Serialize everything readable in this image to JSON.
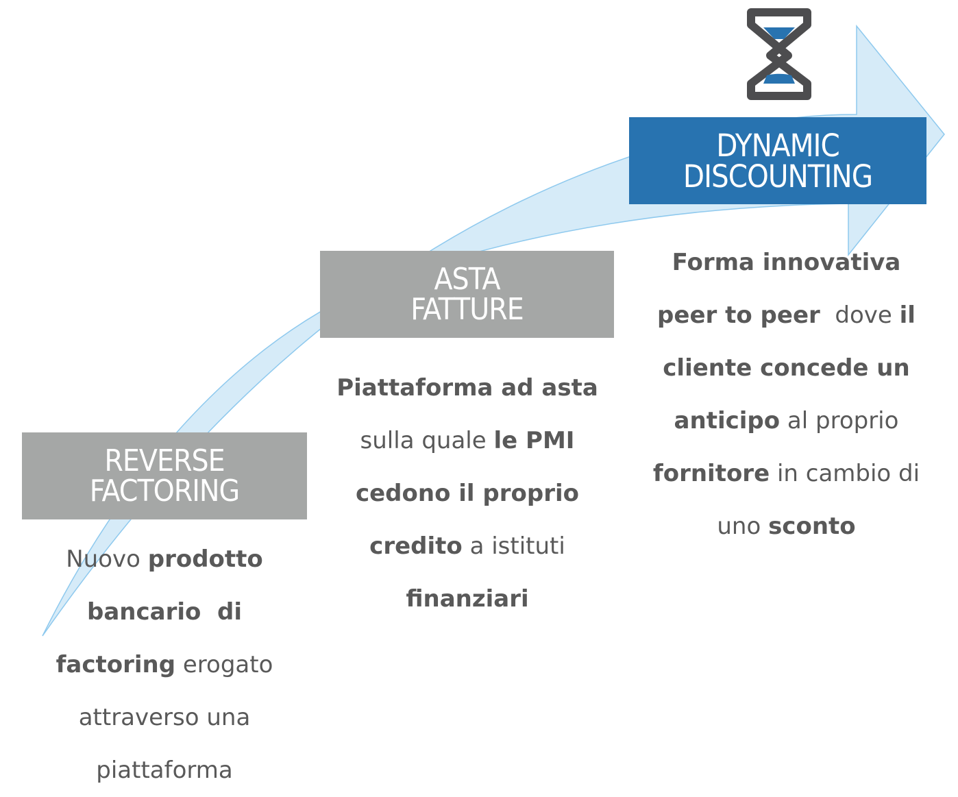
{
  "arrow": {
    "fill": "#d6ebf8",
    "stroke": "#8ec9ee"
  },
  "hourglass": {
    "icon": "hourglass-icon",
    "frame_color": "#4d4d4f",
    "sand_color": "#2873b0"
  },
  "steps": [
    {
      "id": "reverse-factoring",
      "title_lines": [
        "REVERSE",
        "FACTORING"
      ],
      "box_color": "#a5a7a6",
      "description_lines": [
        [
          {
            "t": "Nuovo ",
            "b": false
          },
          {
            "t": "prodotto",
            "b": true
          }
        ],
        [
          {
            "t": "bancario  di",
            "b": true
          }
        ],
        [
          {
            "t": "factoring",
            "b": true
          },
          {
            "t": " erogato",
            "b": false
          }
        ],
        [
          {
            "t": "attraverso una",
            "b": false
          }
        ],
        [
          {
            "t": "piattaforma",
            "b": false
          }
        ]
      ]
    },
    {
      "id": "asta-fatture",
      "title_lines": [
        "ASTA",
        "FATTURE"
      ],
      "box_color": "#a5a7a6",
      "description_lines": [
        [
          {
            "t": "Piattaforma ad asta",
            "b": true
          }
        ],
        [
          {
            "t": "sulla quale ",
            "b": false
          },
          {
            "t": "le PMI",
            "b": true
          }
        ],
        [
          {
            "t": "cedono il proprio",
            "b": true
          }
        ],
        [
          {
            "t": "credito",
            "b": true
          },
          {
            "t": " a istituti",
            "b": false
          }
        ],
        [
          {
            "t": "finanziari",
            "b": true
          }
        ]
      ]
    },
    {
      "id": "dynamic-discounting",
      "title_lines": [
        "DYNAMIC",
        "DISCOUNTING"
      ],
      "box_color": "#2873b0",
      "description_lines": [
        [
          {
            "t": "Forma innovativa",
            "b": true
          }
        ],
        [
          {
            "t": "peer to peer",
            "b": true
          },
          {
            "t": "  dove ",
            "b": false
          },
          {
            "t": "il",
            "b": true
          }
        ],
        [
          {
            "t": "cliente concede un",
            "b": true
          }
        ],
        [
          {
            "t": "anticipo",
            "b": true
          },
          {
            "t": " al proprio",
            "b": false
          }
        ],
        [
          {
            "t": "fornitore",
            "b": true
          },
          {
            "t": " in cambio di",
            "b": false
          }
        ],
        [
          {
            "t": "uno ",
            "b": false
          },
          {
            "t": "sconto",
            "b": true
          }
        ]
      ]
    }
  ]
}
